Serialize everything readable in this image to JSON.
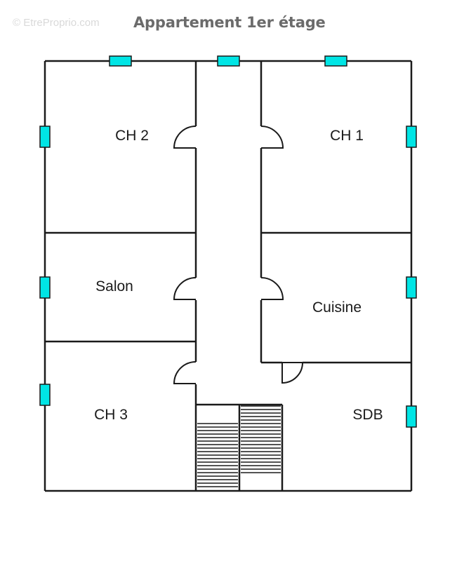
{
  "header": {
    "watermark": "© EtreProprio.com",
    "title": "Appartement 1er étage"
  },
  "plan": {
    "rooms": {
      "ch2": "CH 2",
      "ch1": "CH 1",
      "salon": "Salon",
      "cuisine": "Cuisine",
      "ch3": "CH 3",
      "sdb": "SDB"
    },
    "colors": {
      "wall": "#1a1a1a",
      "window": "#00e5e5",
      "window_border": "#1a1a1a"
    }
  }
}
